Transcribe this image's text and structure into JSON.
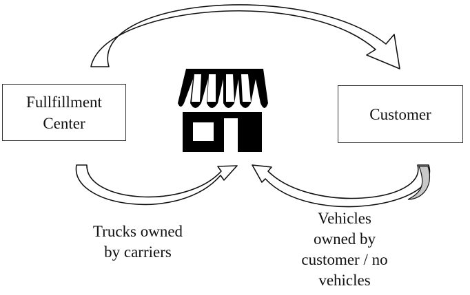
{
  "nodes": {
    "fulfillment_center": {
      "line1": "Fullfillment",
      "line2": "Center"
    },
    "customer": "Customer"
  },
  "edge_labels": {
    "carriers": {
      "line1": "Trucks owned",
      "line2": "by carriers"
    },
    "customer_vehicles": {
      "line1": "Vehicles",
      "line2": "owned by",
      "line3": "customer / no",
      "line4": "vehicles"
    }
  },
  "icons": {
    "store": "storefront-icon"
  },
  "colors": {
    "stroke": "#111111",
    "arrow_fill": "#ffffff",
    "arrow_shade": "#c8c8c8",
    "icon": "#000000"
  }
}
